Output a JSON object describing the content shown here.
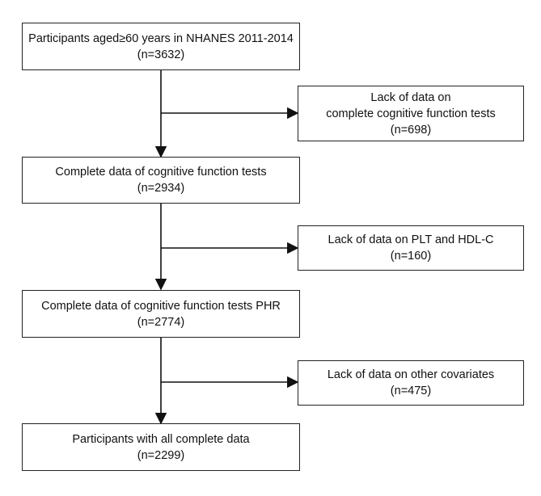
{
  "main_boxes": [
    {
      "lines": [
        "Participants aged≥60 years in NHANES 2011-2014",
        "(n=3632)"
      ]
    },
    {
      "lines": [
        "Complete  data of cognitive function tests",
        "(n=2934)"
      ]
    },
    {
      "lines": [
        "Complete  data of cognitive function tests PHR",
        "(n=2774)"
      ]
    },
    {
      "lines": [
        "Participants with all complete data",
        "(n=2299)"
      ]
    }
  ],
  "exclusion_boxes": [
    {
      "lines": [
        "Lack of data on",
        "complete cognitive function tests",
        "(n=698)"
      ]
    },
    {
      "lines": [
        "Lack of data on PLT and HDL-C",
        "(n=160)"
      ]
    },
    {
      "lines": [
        "Lack of data on other covariates",
        "(n=475)"
      ]
    }
  ]
}
